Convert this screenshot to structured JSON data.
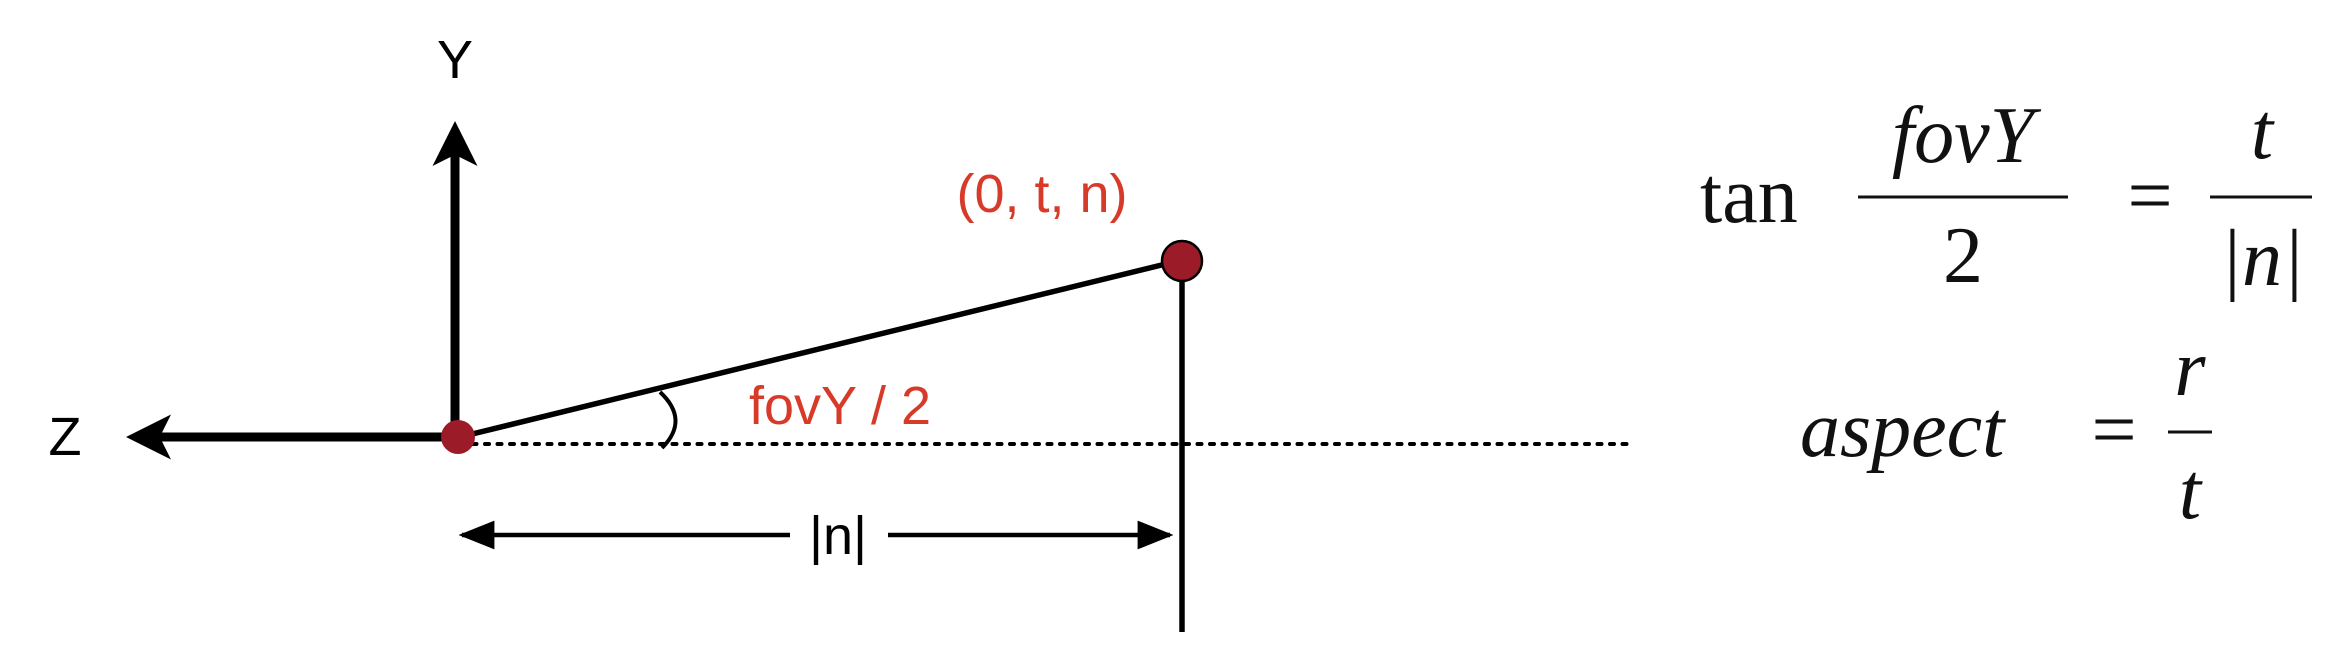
{
  "axes": {
    "y_label": "Y",
    "z_label": "Z"
  },
  "point": {
    "label": "(0, t, n)",
    "color": "#9b1c28"
  },
  "angle": {
    "label": "fovY / 2"
  },
  "distance": {
    "label": "|n|"
  },
  "formulas": {
    "tan_fn": "tan",
    "tan_num": "fovY",
    "tan_den": "2",
    "equals": "=",
    "rhs_num": "t",
    "rhs_den": "|n|",
    "aspect_lhs": "aspect",
    "aspect_num": "r",
    "aspect_den": "t"
  },
  "colors": {
    "label_red": "#d83a2a",
    "line": "#000000"
  }
}
